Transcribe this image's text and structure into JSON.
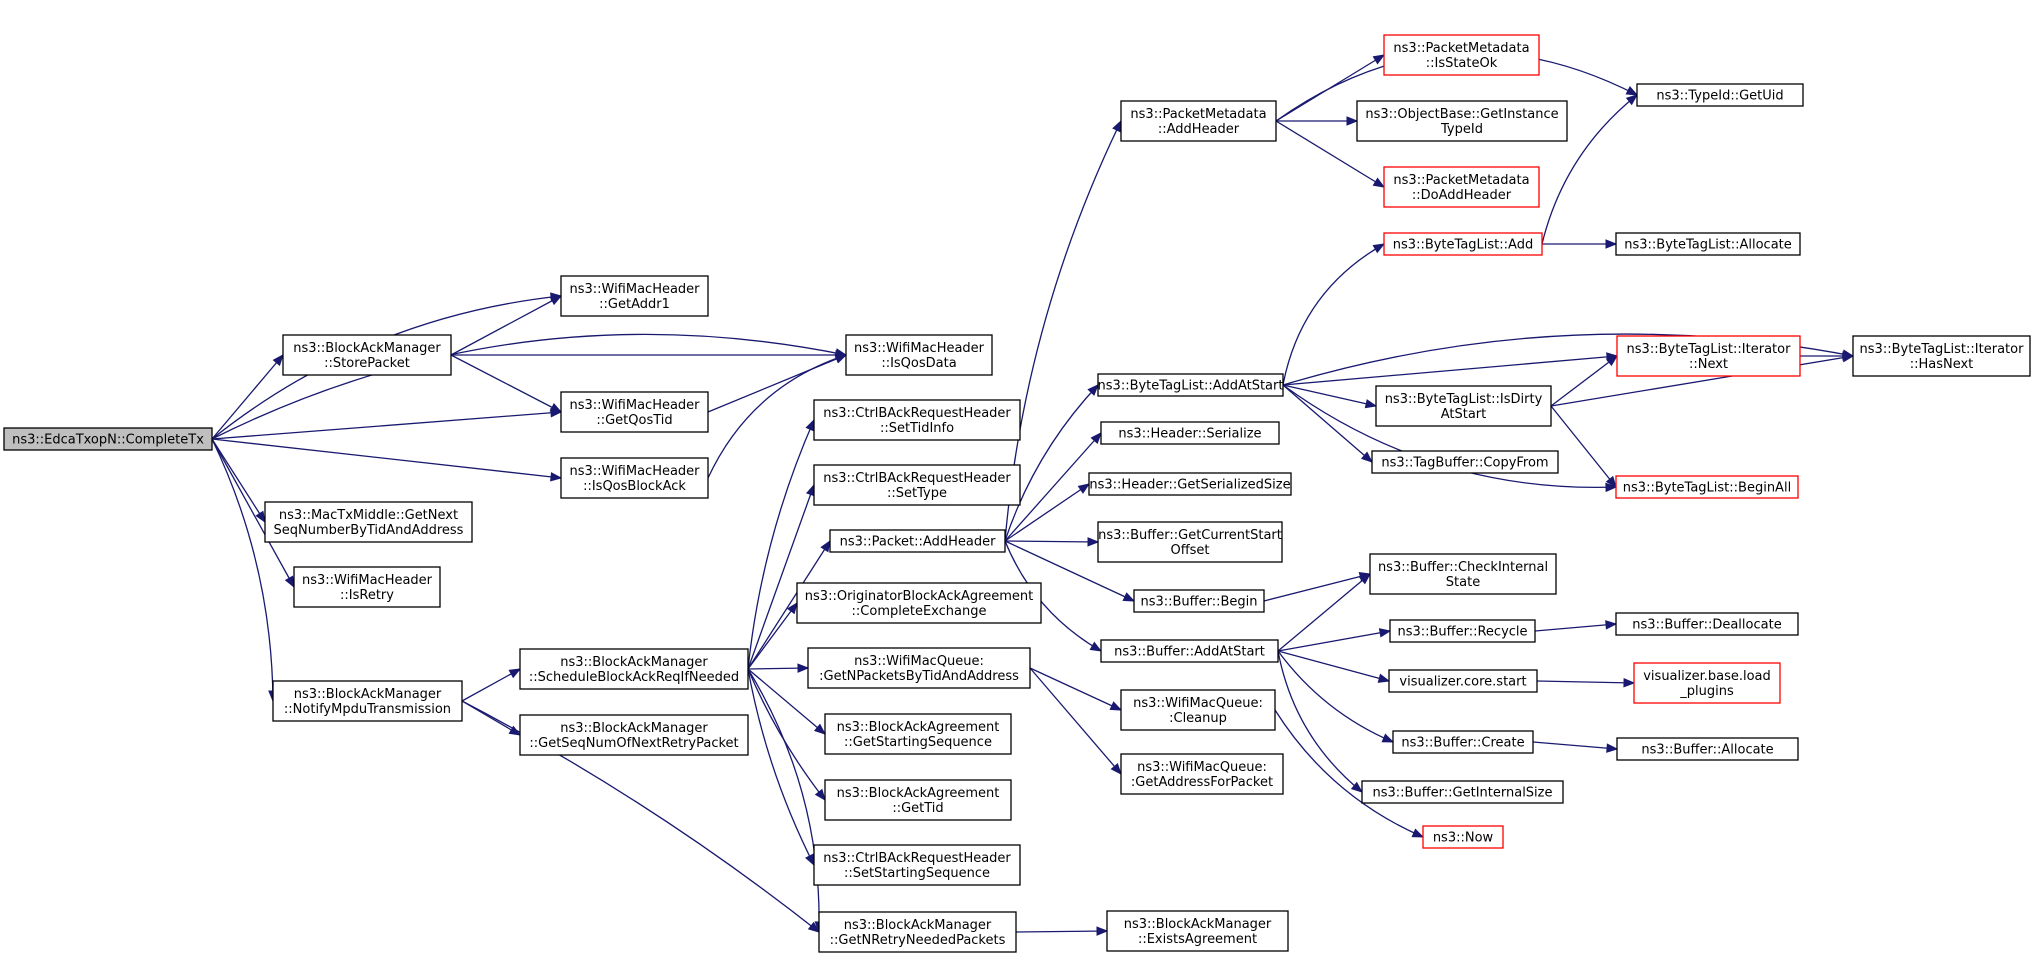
{
  "nodes": [
    {
      "id": "complete_tx",
      "lines": [
        "ns3::EdcaTxopN::CompleteTx"
      ],
      "style": "root"
    },
    {
      "id": "getaddr1",
      "lines": [
        "ns3::WifiMacHeader",
        "::GetAddr1"
      ],
      "style": "normal"
    },
    {
      "id": "storepacket",
      "lines": [
        "ns3::BlockAckManager",
        "::StorePacket"
      ],
      "style": "normal"
    },
    {
      "id": "isqosdata",
      "lines": [
        "ns3::WifiMacHeader",
        "::IsQosData"
      ],
      "style": "normal"
    },
    {
      "id": "getqostid",
      "lines": [
        "ns3::WifiMacHeader",
        "::GetQosTid"
      ],
      "style": "normal"
    },
    {
      "id": "isqosblockack",
      "lines": [
        "ns3::WifiMacHeader",
        "::IsQosBlockAck"
      ],
      "style": "normal"
    },
    {
      "id": "getnextseq",
      "lines": [
        "ns3::MacTxMiddle::GetNext",
        "SeqNumberByTidAndAddress"
      ],
      "style": "normal"
    },
    {
      "id": "isretry",
      "lines": [
        "ns3::WifiMacHeader",
        "::IsRetry"
      ],
      "style": "normal"
    },
    {
      "id": "notifympdu",
      "lines": [
        "ns3::BlockAckManager",
        "::NotifyMpduTransmission"
      ],
      "style": "normal"
    },
    {
      "id": "schedulebar",
      "lines": [
        "ns3::BlockAckManager",
        "::ScheduleBlockAckReqIfNeeded"
      ],
      "style": "normal"
    },
    {
      "id": "getseqnumretry",
      "lines": [
        "ns3::BlockAckManager",
        "::GetSeqNumOfNextRetryPacket"
      ],
      "style": "normal"
    },
    {
      "id": "settidinfo",
      "lines": [
        "ns3::CtrlBAckRequestHeader",
        "::SetTidInfo"
      ],
      "style": "normal"
    },
    {
      "id": "settype",
      "lines": [
        "ns3::CtrlBAckRequestHeader",
        "::SetType"
      ],
      "style": "normal"
    },
    {
      "id": "addheader",
      "lines": [
        "ns3::Packet::AddHeader"
      ],
      "style": "normal"
    },
    {
      "id": "completeexchange",
      "lines": [
        "ns3::OriginatorBlockAckAgreement",
        "::CompleteExchange"
      ],
      "style": "normal"
    },
    {
      "id": "getnpackets",
      "lines": [
        "ns3::WifiMacQueue:",
        ":GetNPacketsByTidAndAddress"
      ],
      "style": "normal"
    },
    {
      "id": "getstartingseq",
      "lines": [
        "ns3::BlockAckAgreement",
        "::GetStartingSequence"
      ],
      "style": "normal"
    },
    {
      "id": "gettid",
      "lines": [
        "ns3::BlockAckAgreement",
        "::GetTid"
      ],
      "style": "normal"
    },
    {
      "id": "setstartingseq",
      "lines": [
        "ns3::CtrlBAckRequestHeader",
        "::SetStartingSequence"
      ],
      "style": "normal"
    },
    {
      "id": "getnretry",
      "lines": [
        "ns3::BlockAckManager",
        "::GetNRetryNeededPackets"
      ],
      "style": "normal"
    },
    {
      "id": "existsagreement",
      "lines": [
        "ns3::BlockAckManager",
        "::ExistsAgreement"
      ],
      "style": "normal"
    },
    {
      "id": "pm_addheader",
      "lines": [
        "ns3::PacketMetadata",
        "::AddHeader"
      ],
      "style": "normal"
    },
    {
      "id": "pm_isstateok",
      "lines": [
        "ns3::PacketMetadata",
        "::IsStateOk"
      ],
      "style": "red"
    },
    {
      "id": "getinstancetypeid",
      "lines": [
        "ns3::ObjectBase::GetInstance",
        "TypeId"
      ],
      "style": "normal"
    },
    {
      "id": "pm_doaddheader",
      "lines": [
        "ns3::PacketMetadata",
        "::DoAddHeader"
      ],
      "style": "red"
    },
    {
      "id": "typeid_getuid",
      "lines": [
        "ns3::TypeId::GetUid"
      ],
      "style": "normal"
    },
    {
      "id": "btl_add",
      "lines": [
        "ns3::ByteTagList::Add"
      ],
      "style": "red"
    },
    {
      "id": "btl_allocate",
      "lines": [
        "ns3::ByteTagList::Allocate"
      ],
      "style": "normal"
    },
    {
      "id": "btl_addatstart",
      "lines": [
        "ns3::ByteTagList::AddAtStart"
      ],
      "style": "normal"
    },
    {
      "id": "btl_iter_next",
      "lines": [
        "ns3::ByteTagList::Iterator",
        "::Next"
      ],
      "style": "red"
    },
    {
      "id": "btl_iter_hasnext",
      "lines": [
        "ns3::ByteTagList::Iterator",
        "::HasNext"
      ],
      "style": "normal"
    },
    {
      "id": "btl_isdirty",
      "lines": [
        "ns3::ByteTagList::IsDirty",
        "AtStart"
      ],
      "style": "normal"
    },
    {
      "id": "tagbuffer_copyfrom",
      "lines": [
        "ns3::TagBuffer::CopyFrom"
      ],
      "style": "normal"
    },
    {
      "id": "btl_beginall",
      "lines": [
        "ns3::ByteTagList::BeginAll"
      ],
      "style": "red"
    },
    {
      "id": "header_serialize",
      "lines": [
        "ns3::Header::Serialize"
      ],
      "style": "normal"
    },
    {
      "id": "header_getsersize",
      "lines": [
        "ns3::Header::GetSerializedSize"
      ],
      "style": "normal"
    },
    {
      "id": "buffer_getcurstart",
      "lines": [
        "ns3::Buffer::GetCurrentStart",
        "Offset"
      ],
      "style": "normal"
    },
    {
      "id": "buffer_begin",
      "lines": [
        "ns3::Buffer::Begin"
      ],
      "style": "normal"
    },
    {
      "id": "buffer_checkinternal",
      "lines": [
        "ns3::Buffer::CheckInternal",
        "State"
      ],
      "style": "normal"
    },
    {
      "id": "buffer_addatstart",
      "lines": [
        "ns3::Buffer::AddAtStart"
      ],
      "style": "normal"
    },
    {
      "id": "buffer_recycle",
      "lines": [
        "ns3::Buffer::Recycle"
      ],
      "style": "normal"
    },
    {
      "id": "buffer_deallocate",
      "lines": [
        "ns3::Buffer::Deallocate"
      ],
      "style": "normal"
    },
    {
      "id": "vis_core_start",
      "lines": [
        "visualizer.core.start"
      ],
      "style": "normal"
    },
    {
      "id": "vis_base_load",
      "lines": [
        "visualizer.base.load",
        "_plugins"
      ],
      "style": "red"
    },
    {
      "id": "buffer_create",
      "lines": [
        "ns3::Buffer::Create"
      ],
      "style": "normal"
    },
    {
      "id": "buffer_allocate",
      "lines": [
        "ns3::Buffer::Allocate"
      ],
      "style": "normal"
    },
    {
      "id": "buffer_getinternalsize",
      "lines": [
        "ns3::Buffer::GetInternalSize"
      ],
      "style": "normal"
    },
    {
      "id": "wmq_cleanup",
      "lines": [
        "ns3::WifiMacQueue:",
        ":Cleanup"
      ],
      "style": "normal"
    },
    {
      "id": "wmq_getaddress",
      "lines": [
        "ns3::WifiMacQueue:",
        ":GetAddressForPacket"
      ],
      "style": "normal"
    },
    {
      "id": "ns3_now",
      "lines": [
        "ns3::Now"
      ],
      "style": "red"
    }
  ],
  "edges": [
    [
      "complete_tx",
      "getaddr1"
    ],
    [
      "complete_tx",
      "storepacket"
    ],
    [
      "complete_tx",
      "isqosdata"
    ],
    [
      "complete_tx",
      "getqostid"
    ],
    [
      "complete_tx",
      "isqosblockack"
    ],
    [
      "complete_tx",
      "getnextseq"
    ],
    [
      "complete_tx",
      "isretry"
    ],
    [
      "complete_tx",
      "notifympdu"
    ],
    [
      "storepacket",
      "getaddr1"
    ],
    [
      "storepacket",
      "isqosdata"
    ],
    [
      "storepacket",
      "getqostid"
    ],
    [
      "getqostid",
      "isqosdata"
    ],
    [
      "isqosblockack",
      "isqosdata"
    ],
    [
      "notifympdu",
      "schedulebar"
    ],
    [
      "notifympdu",
      "getseqnumretry"
    ],
    [
      "notifympdu",
      "getnretry"
    ],
    [
      "schedulebar",
      "settidinfo"
    ],
    [
      "schedulebar",
      "settype"
    ],
    [
      "schedulebar",
      "addheader"
    ],
    [
      "schedulebar",
      "completeexchange"
    ],
    [
      "schedulebar",
      "getnpackets"
    ],
    [
      "schedulebar",
      "getstartingseq"
    ],
    [
      "schedulebar",
      "gettid"
    ],
    [
      "schedulebar",
      "setstartingseq"
    ],
    [
      "schedulebar",
      "getnretry"
    ],
    [
      "getnretry",
      "existsagreement"
    ],
    [
      "getnpackets",
      "wmq_cleanup"
    ],
    [
      "getnpackets",
      "wmq_getaddress"
    ],
    [
      "wmq_cleanup",
      "ns3_now"
    ],
    [
      "addheader",
      "pm_addheader"
    ],
    [
      "addheader",
      "btl_addatstart"
    ],
    [
      "addheader",
      "header_serialize"
    ],
    [
      "addheader",
      "header_getsersize"
    ],
    [
      "addheader",
      "buffer_getcurstart"
    ],
    [
      "addheader",
      "buffer_begin"
    ],
    [
      "addheader",
      "buffer_addatstart"
    ],
    [
      "pm_addheader",
      "typeid_getuid"
    ],
    [
      "pm_addheader",
      "pm_isstateok"
    ],
    [
      "pm_addheader",
      "getinstancetypeid"
    ],
    [
      "pm_addheader",
      "pm_doaddheader"
    ],
    [
      "btl_addatstart",
      "btl_add"
    ],
    [
      "btl_addatstart",
      "btl_iter_hasnext"
    ],
    [
      "btl_addatstart",
      "btl_iter_next"
    ],
    [
      "btl_addatstart",
      "btl_isdirty"
    ],
    [
      "btl_addatstart",
      "tagbuffer_copyfrom"
    ],
    [
      "btl_addatstart",
      "btl_beginall"
    ],
    [
      "btl_add",
      "typeid_getuid"
    ],
    [
      "btl_add",
      "btl_allocate"
    ],
    [
      "btl_isdirty",
      "btl_iter_next"
    ],
    [
      "btl_isdirty",
      "btl_iter_hasnext"
    ],
    [
      "btl_isdirty",
      "btl_beginall"
    ],
    [
      "btl_iter_next",
      "btl_iter_hasnext"
    ],
    [
      "buffer_begin",
      "buffer_checkinternal"
    ],
    [
      "buffer_addatstart",
      "buffer_checkinternal"
    ],
    [
      "buffer_addatstart",
      "buffer_recycle"
    ],
    [
      "buffer_addatstart",
      "vis_core_start"
    ],
    [
      "buffer_addatstart",
      "buffer_create"
    ],
    [
      "buffer_addatstart",
      "buffer_getinternalsize"
    ],
    [
      "buffer_recycle",
      "buffer_deallocate"
    ],
    [
      "vis_core_start",
      "vis_base_load"
    ],
    [
      "buffer_create",
      "buffer_allocate"
    ]
  ]
}
